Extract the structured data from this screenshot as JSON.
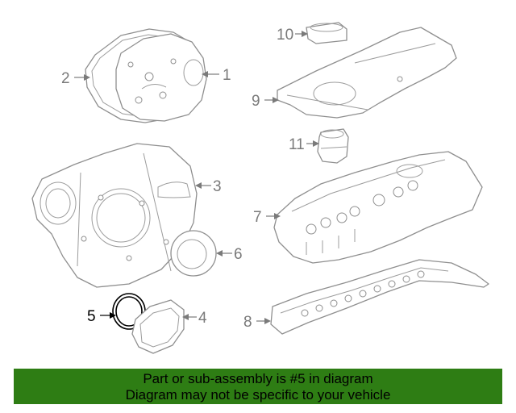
{
  "callouts": {
    "c1": "1",
    "c2": "2",
    "c3": "3",
    "c4": "4",
    "c5": "5",
    "c6": "6",
    "c7": "7",
    "c8": "8",
    "c9": "9",
    "c10": "10",
    "c11": "11"
  },
  "highlighted_callout": "5",
  "footer": {
    "line1": "Part or sub-assembly is #5 in diagram",
    "line2": "Diagram may not be specific to your vehicle",
    "background": "#2e7d14"
  }
}
